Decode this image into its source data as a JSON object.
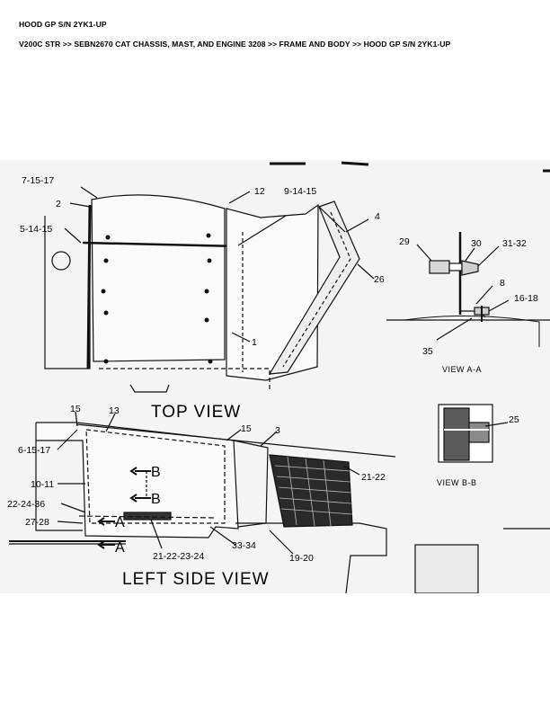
{
  "header": {
    "title": "HOOD GP S/N 2YK1-UP",
    "breadcrumb": "V200C STR >> SEBN2670 CAT CHASSIS, MAST, AND ENGINE 3208 >> FRAME AND BODY >> HOOD GP S/N 2YK1-UP"
  },
  "figure": {
    "top_view_title": "TOP VIEW",
    "left_side_view_title": "LEFT SIDE VIEW",
    "view_aa": "VIEW A-A",
    "view_bb": "VIEW B-B",
    "section_a": "A",
    "section_b": "B",
    "callouts": {
      "c7_15_17": "7-15-17",
      "c2": "2",
      "c12": "12",
      "c9_14_15": "9-14-15",
      "c4": "4",
      "c5_14_15": "5-14-15",
      "c26": "26",
      "c1": "1",
      "c29": "29",
      "c30": "30",
      "c31_32": "31-32",
      "c8": "8",
      "c16_18": "16-18",
      "c35": "35",
      "c25": "25",
      "c15a": "15",
      "c13": "13",
      "c15b": "15",
      "c3": "3",
      "c6_15_17": "6-15-17",
      "c10_11": "10-11",
      "c22_24_36": "22-24-36",
      "c27_28": "27-28",
      "c21_22": "21-22",
      "c21_22_23_24": "21-22-23-24",
      "c33_34": "33-34",
      "c19_20": "19-20"
    }
  }
}
